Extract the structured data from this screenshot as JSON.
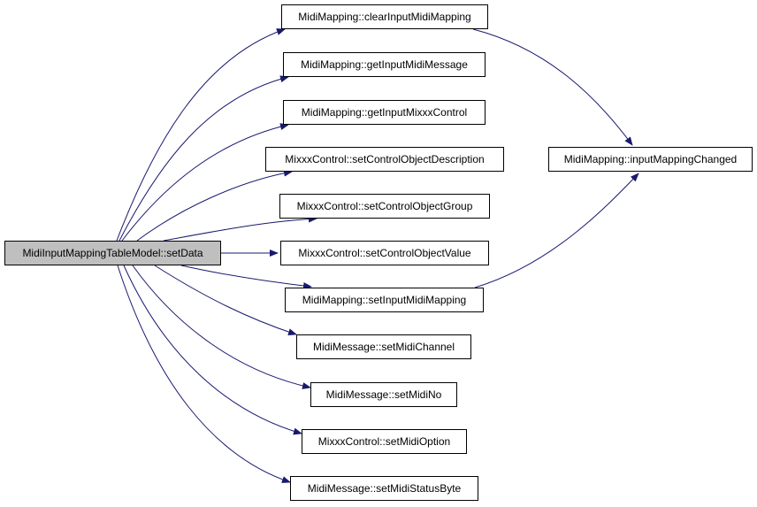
{
  "graph": {
    "edge_color": "#191970",
    "root": {
      "id": "root",
      "label": "MidiInputMappingTableModel::setData"
    },
    "callees": [
      {
        "id": "n_clear",
        "label": "MidiMapping::clearInputMidiMapping"
      },
      {
        "id": "n_getmsg",
        "label": "MidiMapping::getInputMidiMessage"
      },
      {
        "id": "n_getctl",
        "label": "MidiMapping::getInputMixxxControl"
      },
      {
        "id": "n_desc",
        "label": "MixxxControl::setControlObjectDescription"
      },
      {
        "id": "n_group",
        "label": "MixxxControl::setControlObjectGroup"
      },
      {
        "id": "n_value",
        "label": "MixxxControl::setControlObjectValue"
      },
      {
        "id": "n_setmap",
        "label": "MidiMapping::setInputMidiMapping"
      },
      {
        "id": "n_chan",
        "label": "MidiMessage::setMidiChannel"
      },
      {
        "id": "n_no",
        "label": "MidiMessage::setMidiNo"
      },
      {
        "id": "n_opt",
        "label": "MixxxControl::setMidiOption"
      },
      {
        "id": "n_status",
        "label": "MidiMessage::setMidiStatusByte"
      }
    ],
    "secondary": {
      "id": "n_changed",
      "label": "MidiMapping::inputMappingChanged"
    },
    "edges": [
      {
        "from": "root",
        "to": "n_clear"
      },
      {
        "from": "root",
        "to": "n_getmsg"
      },
      {
        "from": "root",
        "to": "n_getctl"
      },
      {
        "from": "root",
        "to": "n_desc"
      },
      {
        "from": "root",
        "to": "n_group"
      },
      {
        "from": "root",
        "to": "n_value"
      },
      {
        "from": "root",
        "to": "n_setmap"
      },
      {
        "from": "root",
        "to": "n_chan"
      },
      {
        "from": "root",
        "to": "n_no"
      },
      {
        "from": "root",
        "to": "n_opt"
      },
      {
        "from": "root",
        "to": "n_status"
      },
      {
        "from": "n_clear",
        "to": "n_changed"
      },
      {
        "from": "n_setmap",
        "to": "n_changed"
      }
    ]
  }
}
